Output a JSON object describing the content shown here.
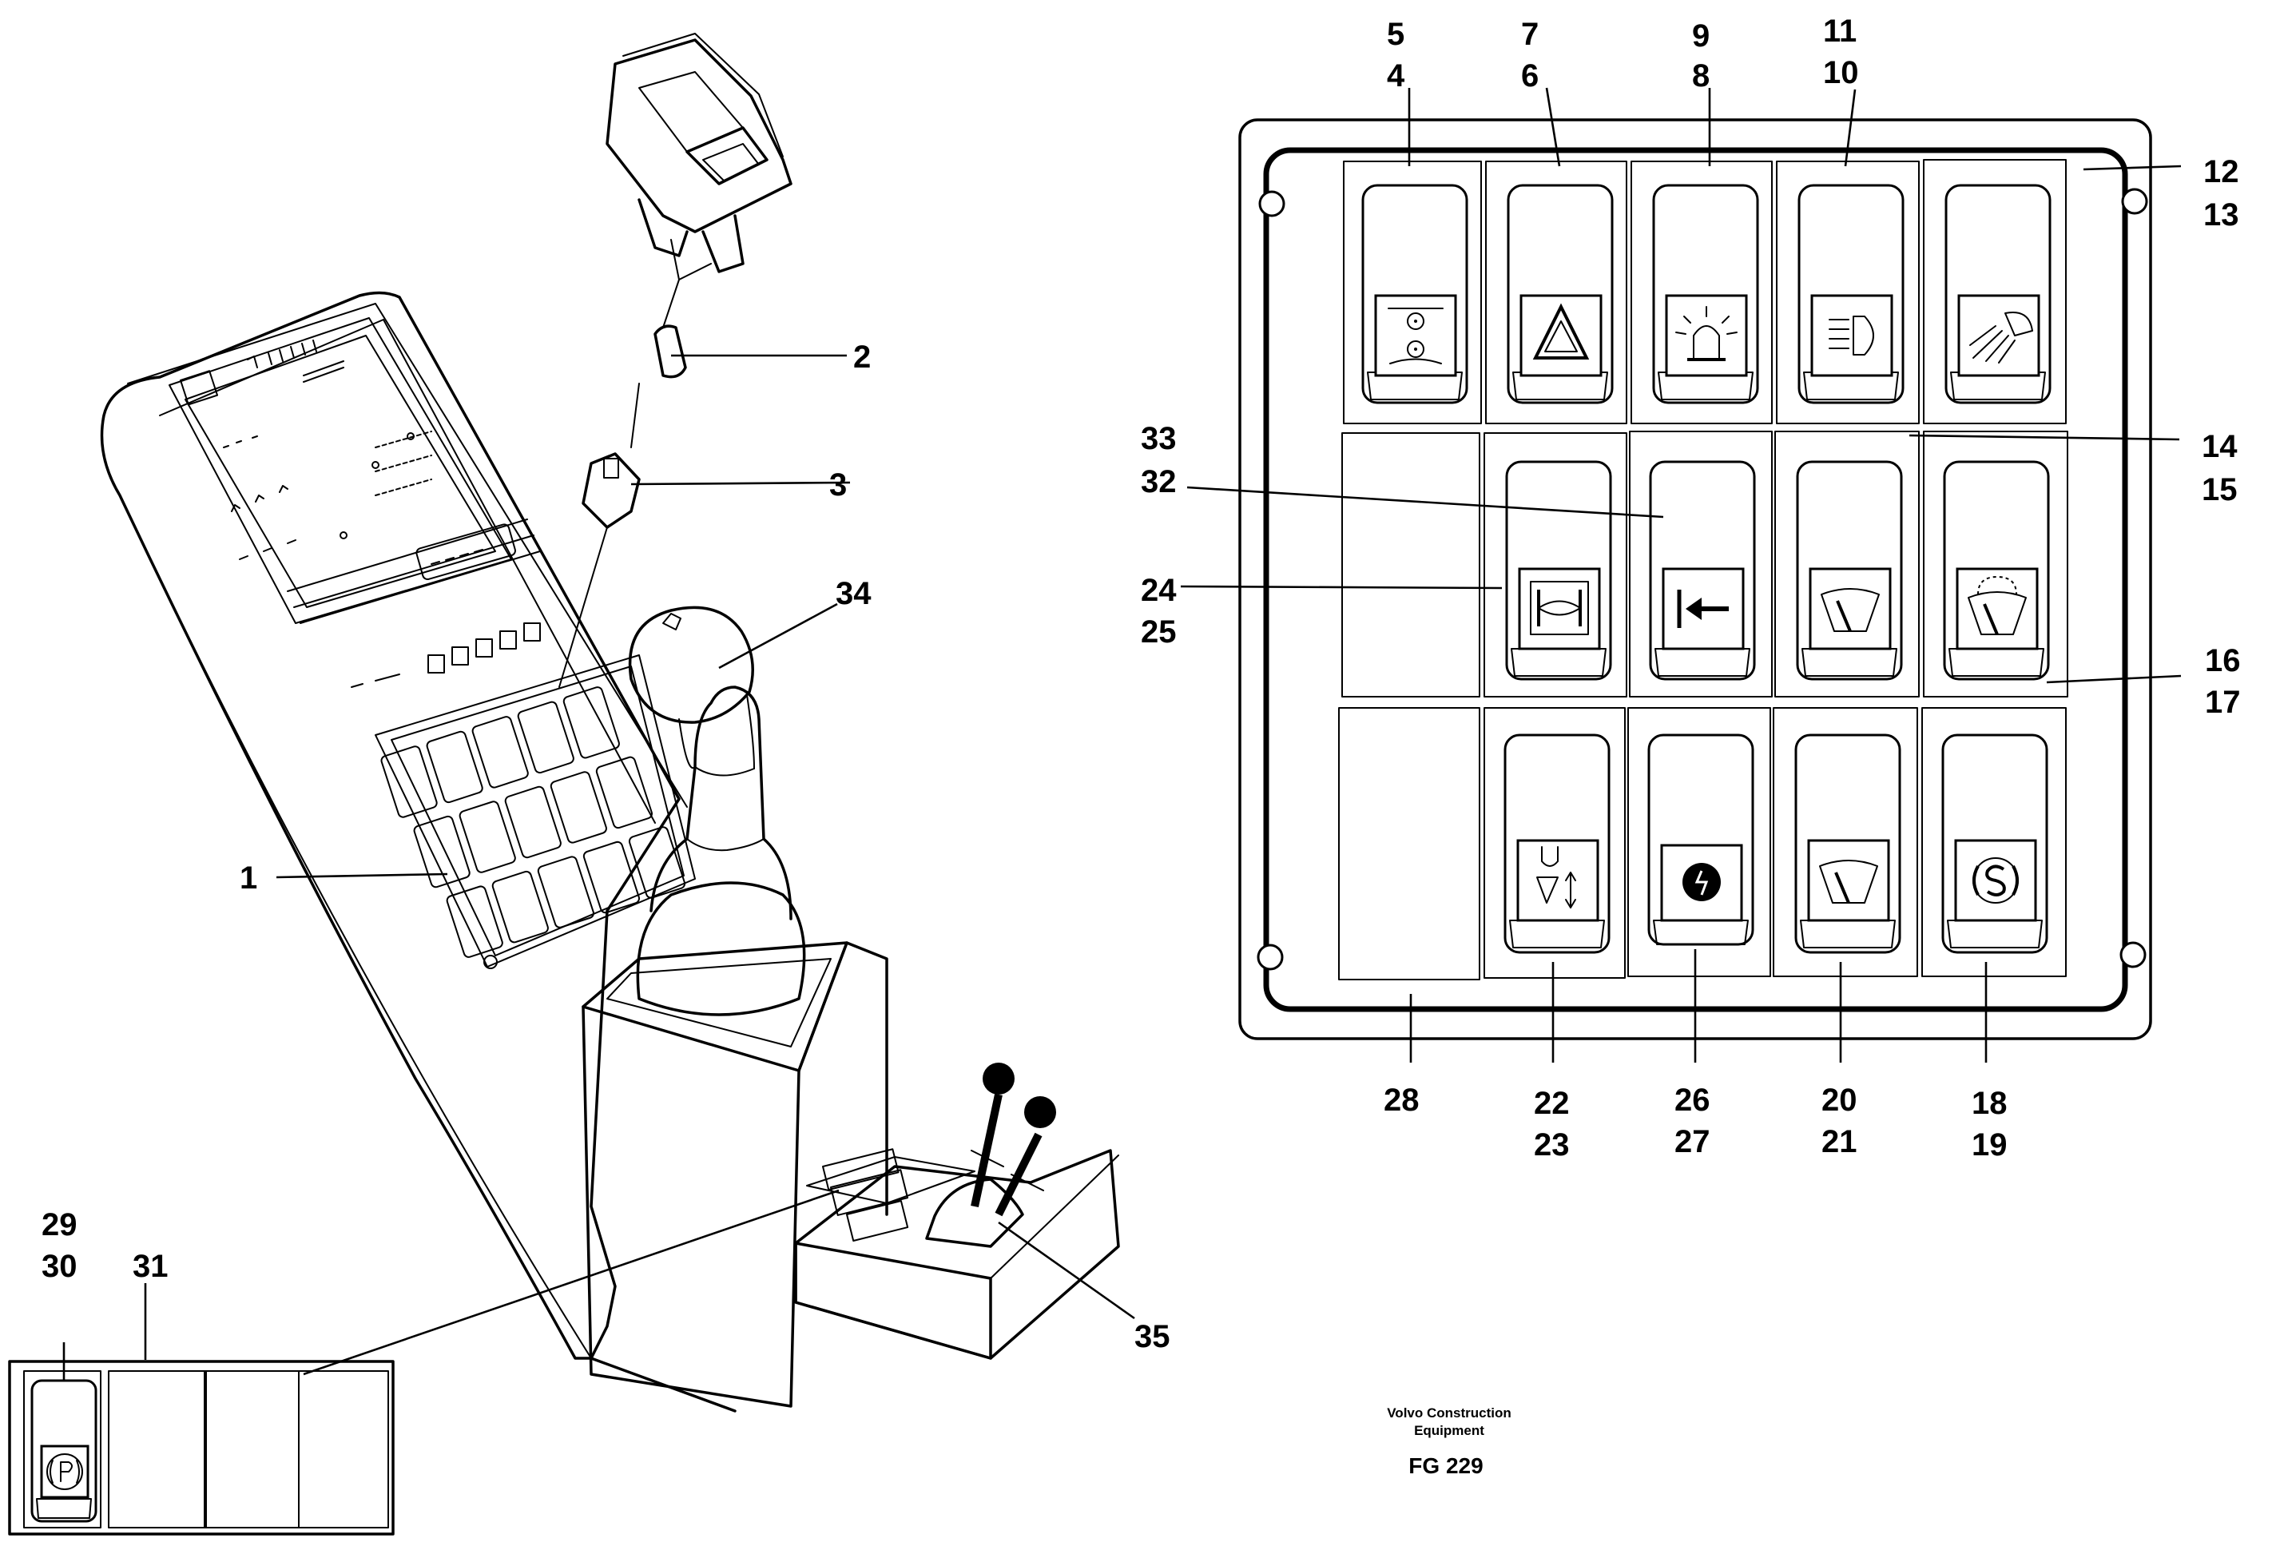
{
  "labels": {
    "l1": "1",
    "l2": "2",
    "l3": "3",
    "l4": "4",
    "l5": "5",
    "l6": "6",
    "l7": "7",
    "l8": "8",
    "l9": "9",
    "l10": "10",
    "l11": "11",
    "l12": "12",
    "l13": "13",
    "l14": "14",
    "l15": "15",
    "l16": "16",
    "l17": "17",
    "l18": "18",
    "l19": "19",
    "l20": "20",
    "l21": "21",
    "l22": "22",
    "l23": "23",
    "l24": "24",
    "l25": "25",
    "l26": "26",
    "l27": "27",
    "l28": "28",
    "l29": "29",
    "l30": "30",
    "l31": "31",
    "l32": "32",
    "l33": "33",
    "l34": "34",
    "l35": "35"
  },
  "footer": {
    "company_line1": "Volvo Construction",
    "company_line2": "Equipment",
    "figure_code": "FG 229"
  },
  "icons": {
    "row1": [
      "seat-icon",
      "hazard-triangle-icon",
      "beacon-icon",
      "headlight-icon",
      "work-light-icon"
    ],
    "row2": [
      "axle-lock-icon",
      "arrow-left-icon",
      "front-wiper-icon",
      "rear-wiper-icon"
    ],
    "row3": [
      "float-position-icon",
      "horn-icon",
      "wiper-icon",
      "s-symbol-icon"
    ],
    "small_panel": [
      "parking-brake-icon"
    ]
  }
}
